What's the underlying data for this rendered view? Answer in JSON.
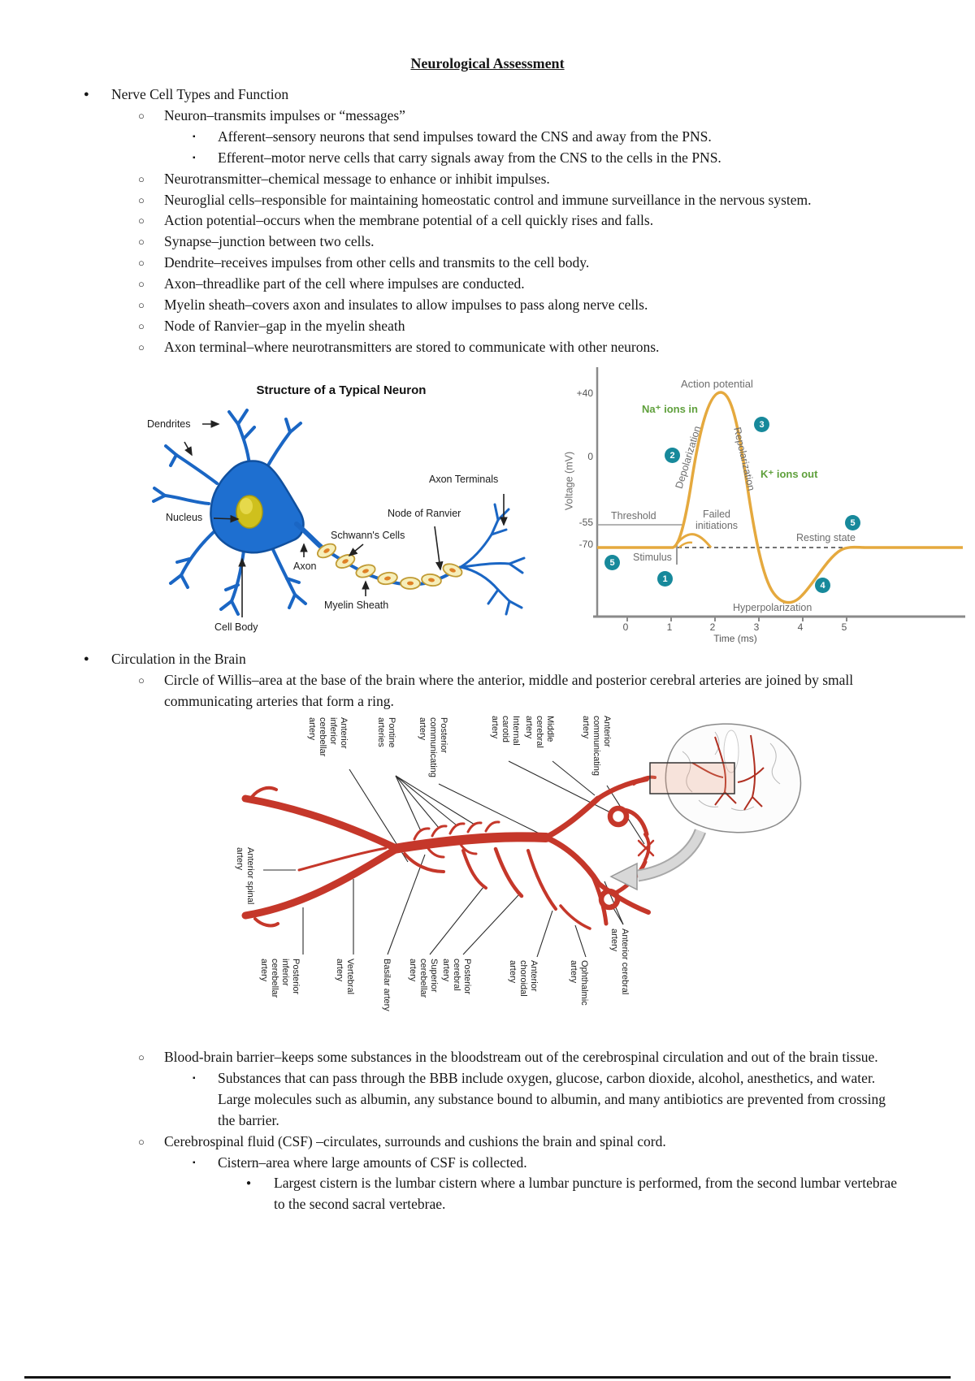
{
  "doc": {
    "title": "Neurological Assessment"
  },
  "outline": {
    "nerve_header": "Nerve Cell Types and Function",
    "neuron": "Neuron–transmits impulses or “messages”",
    "afferent": "Afferent–sensory neurons that send impulses toward the CNS and away from the PNS.",
    "efferent": "Efferent–motor nerve cells that carry signals away from the CNS to the cells in the PNS.",
    "neurotransmitter": "Neurotransmitter–chemical message to enhance or inhibit impulses.",
    "neuroglial": "Neuroglial cells–responsible for maintaining homeostatic control and immune surveillance in the nervous system.",
    "action_potential": "Action potential–occurs when the membrane potential of a cell quickly rises and falls.",
    "synapse": "Synapse–junction between two cells.",
    "dendrite": "Dendrite–receives impulses from other cells and transmits to the cell body.",
    "axon": "Axon–threadlike part of the cell where impulses are conducted.",
    "myelin": "Myelin sheath–covers axon and insulates to allow impulses to pass along nerve cells.",
    "node": "Node of Ranvier–gap in the myelin sheath",
    "axon_terminal": "Axon terminal–where neurotransmitters are stored to communicate with other neurons.",
    "circulation_header": "Circulation in the Brain",
    "circle_of_willis": "Circle of Willis–area at the base of the brain where the anterior, middle and posterior cerebral arteries are joined by small communicating arteries that form a ring.",
    "bbb": "Blood-brain barrier–keeps some substances in the bloodstream out of the cerebrospinal circulation and out of the brain tissue.",
    "bbb_substances": "Substances that can pass through the BBB include oxygen, glucose, carbon dioxide, alcohol, anesthetics, and water. Large molecules such as albumin, any substance bound to albumin, and many antibiotics are prevented from crossing the barrier.",
    "csf": "Cerebrospinal fluid (CSF) –circulates, surrounds and cushions the brain and spinal cord.",
    "cistern": "Cistern–area where large amounts of CSF is collected.",
    "largest_cistern": "Largest cistern is the lumbar cistern where a lumbar puncture is performed, from the second lumbar vertebrae to the second sacral vertebrae."
  },
  "neuron_figure": {
    "title": "Structure of a Typical Neuron",
    "labels": {
      "dendrites": "Dendrites",
      "nucleus": "Nucleus",
      "cell_body": "Cell Body",
      "axon": "Axon",
      "myelin_sheath": "Myelin Sheath",
      "schwanns_cells": "Schwann's Cells",
      "node_of_ranvier": "Node of Ranvier",
      "axon_terminals": "Axon Terminals"
    }
  },
  "ap_graph": {
    "title_label": "Action potential",
    "na_label": "Na⁺ ions in",
    "k_label": "K⁺ ions out",
    "depolarization": "Depolarization",
    "repolarization": "Repolarization",
    "threshold": "Threshold",
    "failed": "Failed initiations",
    "stimulus": "Stimulus",
    "resting": "Resting state",
    "hyperpolarization": "Hyperpolarization",
    "y_axis": "Voltage (mV)",
    "x_axis": "Time (ms)",
    "y_ticks": [
      "+40",
      "0",
      "-55",
      "-70"
    ],
    "x_ticks": [
      "0",
      "1",
      "2",
      "3",
      "4",
      "5"
    ],
    "stages": [
      "1",
      "2",
      "3",
      "4",
      "5"
    ]
  },
  "willis_figure": {
    "top_labels": [
      "Anterior inferior cerebellar artery",
      "Pontine arteries",
      "Posterior communicating artery",
      "Internal carotid artery",
      "Middle cerebral artery",
      "Anterior communicating artery",
      "Anterior spinal artery"
    ],
    "bottom_labels": [
      "Posterior inferior cerebellar artery",
      "Vertebral artery",
      "Basilar artery",
      "Superior cerebellar artery",
      "Posterior cerebral artery",
      "Anterior choroidal artery",
      "Ophthalmic artery",
      "Anterior cerebral artery"
    ]
  },
  "colors": {
    "stage_circle": "#17899b",
    "curve_orange": "#e5a93e",
    "ion_green": "#5fa03c",
    "artery_red": "#c5372a",
    "neuron_blue": "#1e6fd0",
    "nucleus_yellow": "#cfc01d"
  },
  "chart_data": {
    "type": "line",
    "title": "Action potential",
    "xlabel": "Time (ms)",
    "ylabel": "Voltage (mV)",
    "x_ticks": [
      0,
      1,
      2,
      3,
      4,
      5
    ],
    "y_tick_labels": [
      "+40",
      "0",
      "-55",
      "-70"
    ],
    "ylim": [
      -95,
      55
    ],
    "threshold_mV": -55,
    "resting_mV": -70,
    "peak_mV": 40,
    "hyperpolarization_min_mV": -88,
    "series": [
      {
        "name": "membrane potential",
        "x": [
          0,
          1.1,
          1.3,
          1.7,
          2.2,
          2.9,
          3.6,
          4.4,
          5.5
        ],
        "y": [
          -70,
          -70,
          -55,
          0,
          40,
          -70,
          -88,
          -70,
          -70
        ]
      },
      {
        "name": "failed initiations",
        "x": [
          1.15,
          1.45,
          1.75
        ],
        "y": [
          -70,
          -62,
          -70
        ]
      }
    ],
    "annotations": [
      "Stimulus",
      "Threshold",
      "Failed initiations",
      "Na⁺ ions in",
      "K⁺ ions out",
      "Depolarization",
      "Repolarization",
      "Hyperpolarization",
      "Resting state",
      "Action potential"
    ],
    "stage_markers": [
      1,
      2,
      3,
      4,
      5
    ],
    "grid": false,
    "legend": false
  }
}
